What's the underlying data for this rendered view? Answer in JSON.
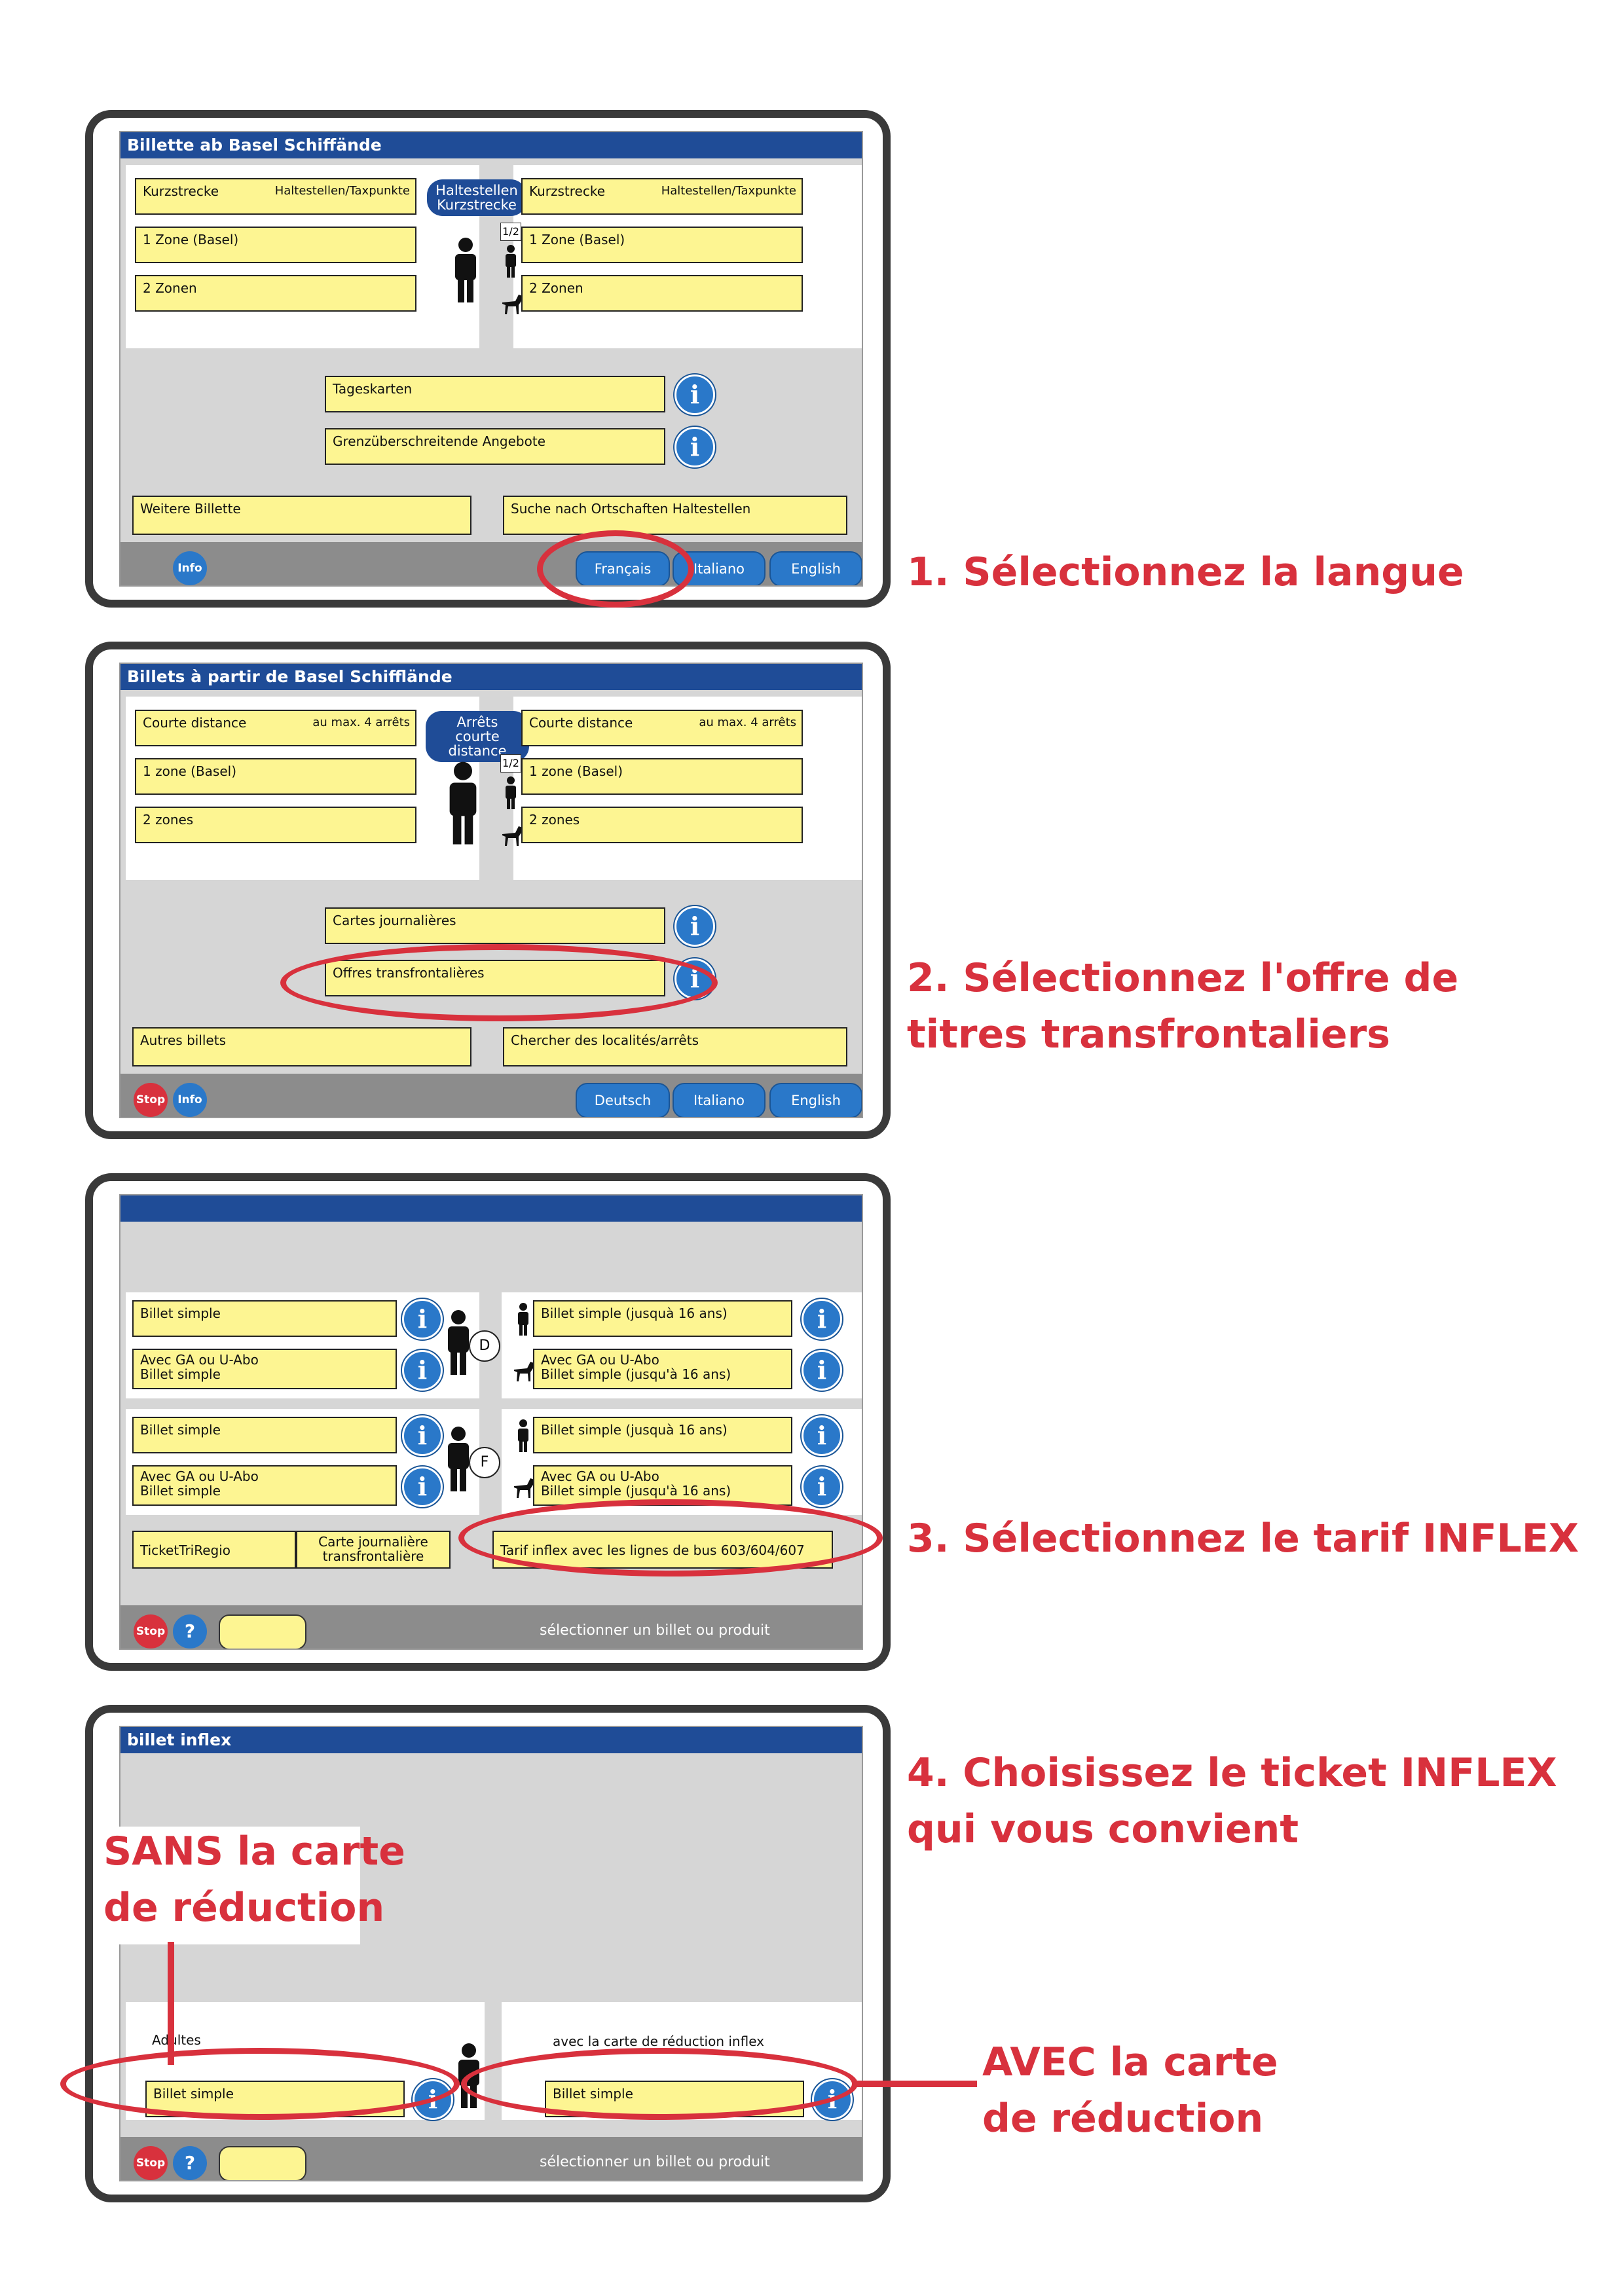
{
  "screen1": {
    "title": "Billette ab Basel Schiffände",
    "left": {
      "kurz": "Kurzstrecke",
      "kurz_sub": "Haltestellen/Taxpunkte",
      "zone1": "1 Zone (Basel)",
      "zone2": "2 Zonen"
    },
    "center_label_line1": "Haltestellen",
    "center_label_line2": "Kurzstrecke",
    "half": "1/2",
    "right": {
      "kurz": "Kurzstrecke",
      "kurz_sub": "Haltestellen/Taxpunkte",
      "zone1": "1 Zone (Basel)",
      "zone2": "2 Zonen"
    },
    "tageskarten": "Tageskarten",
    "grenz": "Grenzüberschreitende Angebote",
    "weitere": "Weitere Billette",
    "suche": "Suche nach Ortschaften Haltestellen",
    "info": "Info",
    "lang1": "Français",
    "lang2": "Italiano",
    "lang3": "English"
  },
  "screen2": {
    "title": "Billets à partir de Basel Schifflände",
    "left": {
      "kurz": "Courte distance",
      "kurz_sub": "au max. 4 arrêts",
      "zone1": "1 zone (Basel)",
      "zone2": "2 zones"
    },
    "center_label_line1": "Arrêts",
    "center_label_line2": "courte distance",
    "half": "1/2",
    "right": {
      "kurz": "Courte distance",
      "kurz_sub": "au max. 4 arrêts",
      "zone1": "1 zone (Basel)",
      "zone2": "2 zones"
    },
    "cartes": "Cartes journalières",
    "offres": "Offres transfrontalières",
    "autres": "Autres billets",
    "chercher": "Chercher des localités/arrêts",
    "stop": "Stop",
    "info": "Info",
    "lang1": "Deutsch",
    "lang2": "Italiano",
    "lang3": "English"
  },
  "screen3": {
    "row1_left_a": "Billet simple",
    "row1_left_b1": "Avec GA ou U-Abo",
    "row1_left_b2": "Billet simple",
    "row1_right_a": "Billet simple (jusquà 16 ans)",
    "row1_right_b1": "Avec GA ou U-Abo",
    "row1_right_b2": "Billet simple (jusqu'à 16 ans)",
    "country1": "D",
    "row2_left_a": "Billet simple",
    "row2_left_b1": "Avec GA ou U-Abo",
    "row2_left_b2": "Billet simple",
    "row2_right_a": "Billet simple (jusquà 16 ans)",
    "row2_right_b1": "Avec GA ou U-Abo",
    "row2_right_b2": "Billet simple (jusqu'à 16 ans)",
    "country2": "F",
    "trireg": "TicketTriRegio",
    "carte_line1": "Carte journalière",
    "carte_line2": "transfrontalière",
    "inflex": "Tarif inflex avec les lignes de bus 603/604/607",
    "stop": "Stop",
    "help": "?",
    "status": "sélectionner un billet ou produit"
  },
  "screen4": {
    "title": "billet inflex",
    "left_header": "Adultes",
    "left_btn": "Billet simple",
    "right_header": "avec la carte de réduction inflex",
    "right_btn": "Billet simple",
    "stop": "Stop",
    "help": "?",
    "status": "sélectionner un billet ou produit"
  },
  "steps": {
    "s1": "1. Sélectionnez la langue",
    "s2a": "2. Sélectionnez l'offre de",
    "s2b": "titres transfrontaliers",
    "s3": "3. Sélectionnez le tarif INFLEX",
    "s4a": "4. Choisissez le ticket INFLEX",
    "s4b": "qui vous convient",
    "sans_a": "SANS la carte",
    "sans_b": "de réduction",
    "avec_a": "AVEC la carte",
    "avec_b": "de réduction"
  },
  "colors": {
    "accent_red": "#d8313d",
    "title_blue": "#1f4c97",
    "button_yellow": "#fdf592",
    "button_blue": "#2a78c9"
  }
}
